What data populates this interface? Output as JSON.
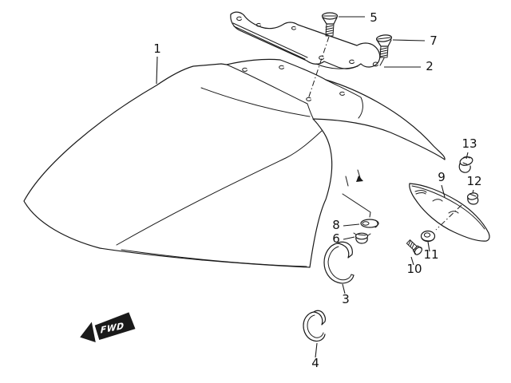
{
  "diagram": {
    "type": "exploded-parts-diagram",
    "subject": "front fender assembly",
    "parts": {
      "p1": "1",
      "p2": "2",
      "p3": "3",
      "p4": "4",
      "p5": "5",
      "p6": "6",
      "p7": "7",
      "p8": "8",
      "p9": "9",
      "p10": "10",
      "p11": "11",
      "p12": "12",
      "p13": "13"
    },
    "fwd_label": "FWD",
    "colors": {
      "ink": "#1a1a1a",
      "background": "#ffffff"
    }
  }
}
